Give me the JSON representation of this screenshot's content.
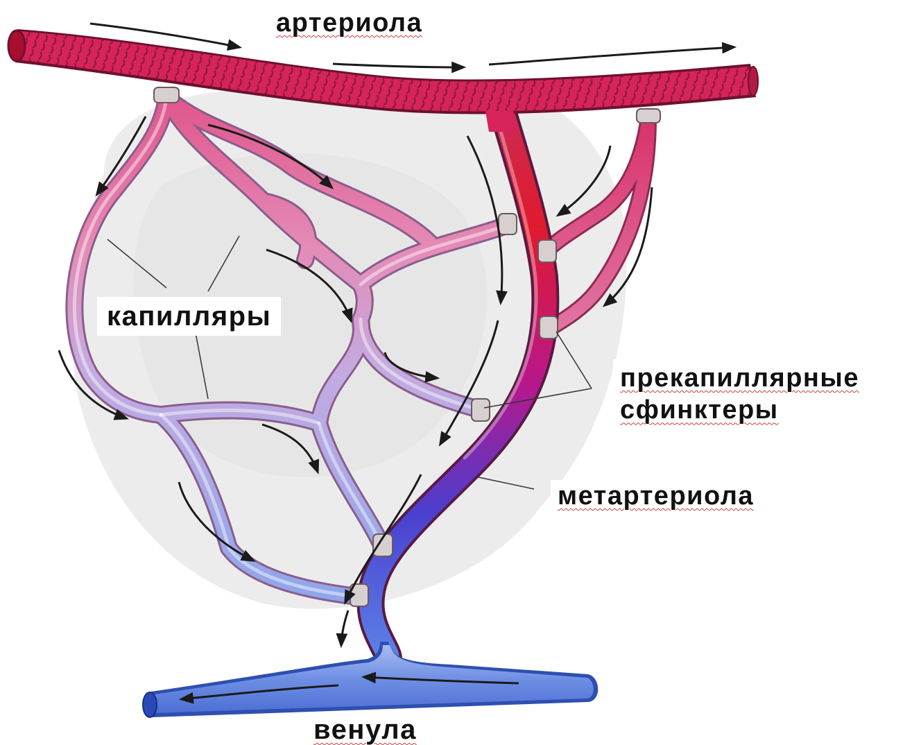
{
  "labels": {
    "arteriole": "артериола",
    "capillaries": "капилляры",
    "precapillary_sphincters_line1": "прекапиллярные",
    "precapillary_sphincters_line2": "сфинктеры",
    "metarteriole": "метартериола",
    "venule": "венула"
  },
  "colors": {
    "arterial": "#d6245a",
    "arterial_stripes": "#8e1a3c",
    "metarteriole_top": "#e01a2e",
    "metarteriole_bottom": "#2f55d0",
    "capillary_arterial": "#e77aa7",
    "capillary_venous": "#9fb2ec",
    "venule": "#7897e6",
    "sphincter": "#d8d0d0",
    "arrow": "#1a1a1a",
    "leader_line": "#333333",
    "tissue_shade": "#eeeeee"
  }
}
